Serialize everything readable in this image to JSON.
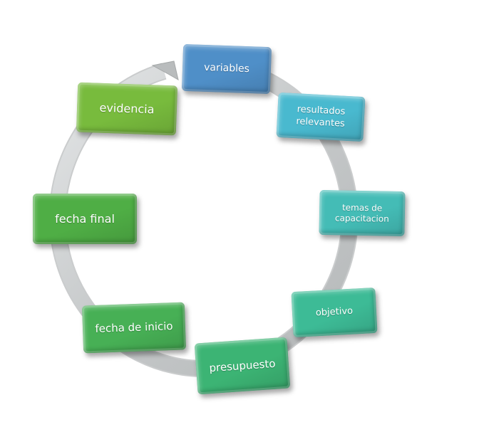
{
  "diagram": {
    "type": "cycle",
    "nodes": [
      {
        "id": "variables",
        "label": "variables",
        "color": "#4f8fc8"
      },
      {
        "id": "resultados",
        "label": "resultados\nrelevantes",
        "color": "#49b9cf"
      },
      {
        "id": "temas",
        "label": "temas de\ncapacitacion",
        "color": "#44bcb6"
      },
      {
        "id": "objetivo",
        "label": "objetivo",
        "color": "#3dbb96"
      },
      {
        "id": "presupuesto",
        "label": "presupuesto",
        "color": "#3cb474"
      },
      {
        "id": "fechainicio",
        "label": "fecha de inicio",
        "color": "#47b055"
      },
      {
        "id": "fechafinal",
        "label": "fecha final",
        "color": "#4fae45"
      },
      {
        "id": "evidencia",
        "label": "evidencia",
        "color": "#78bb3d"
      }
    ],
    "arrow_color": "#c9cccd"
  }
}
